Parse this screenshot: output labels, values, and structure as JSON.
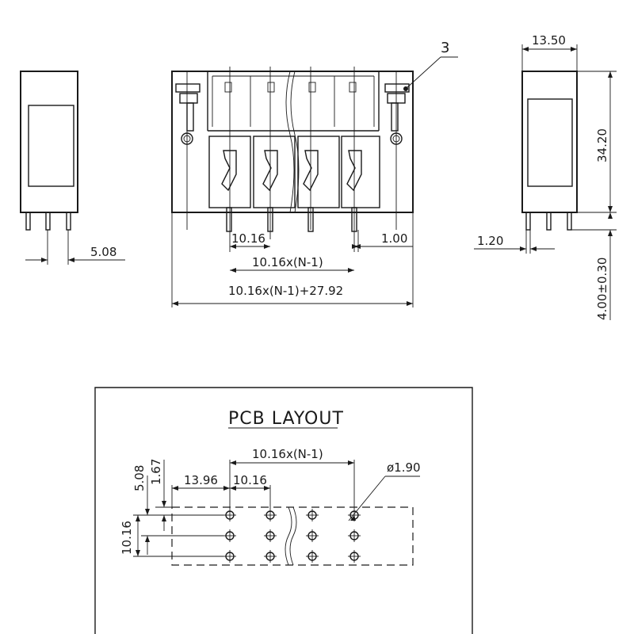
{
  "front_view": {
    "callout_label": "3",
    "dim_pitch": "10.16",
    "dim_edge": "1.00",
    "dim_span": "10.16x(N-1)",
    "dim_total": "10.16x(N-1)+27.92"
  },
  "left_view": {
    "dim_pin_pitch": "5.08"
  },
  "right_view": {
    "dim_width": "13.50",
    "dim_height": "34.20",
    "dim_pin_width": "1.20",
    "dim_pin_length": "4.00±0.30"
  },
  "pcb_layout": {
    "title": "PCB LAYOUT",
    "dim_span": "10.16x(N-1)",
    "dim_hole": "ø1.90",
    "dim_offset_x": "13.96",
    "dim_pitch_x": "10.16",
    "dim_row_pitch": "5.08",
    "dim_offset_y": "1.67",
    "dim_row_span": "10.16"
  }
}
